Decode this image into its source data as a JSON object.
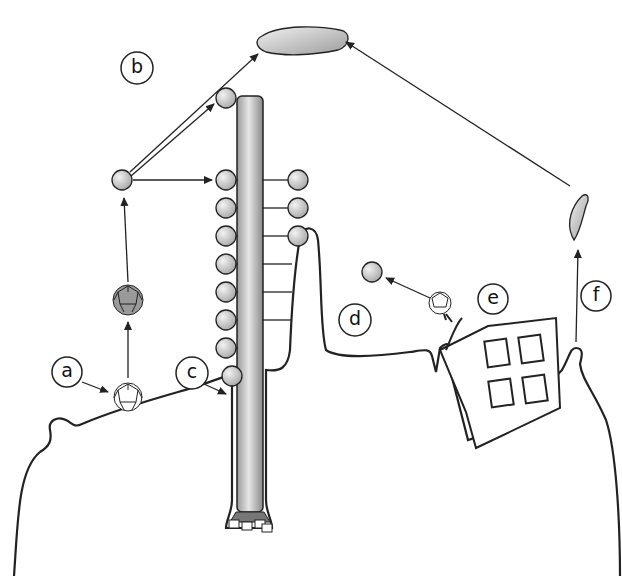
{
  "diagram": {
    "nodes": [
      {
        "text": [
          "a"
        ]
      },
      {
        "text": [
          "b"
        ]
      },
      {
        "text": [
          "c"
        ]
      },
      {
        "text": [
          "d"
        ]
      },
      {
        "text": [
          "e"
        ]
      },
      {
        "text": [
          "f"
        ]
      }
    ]
  }
}
